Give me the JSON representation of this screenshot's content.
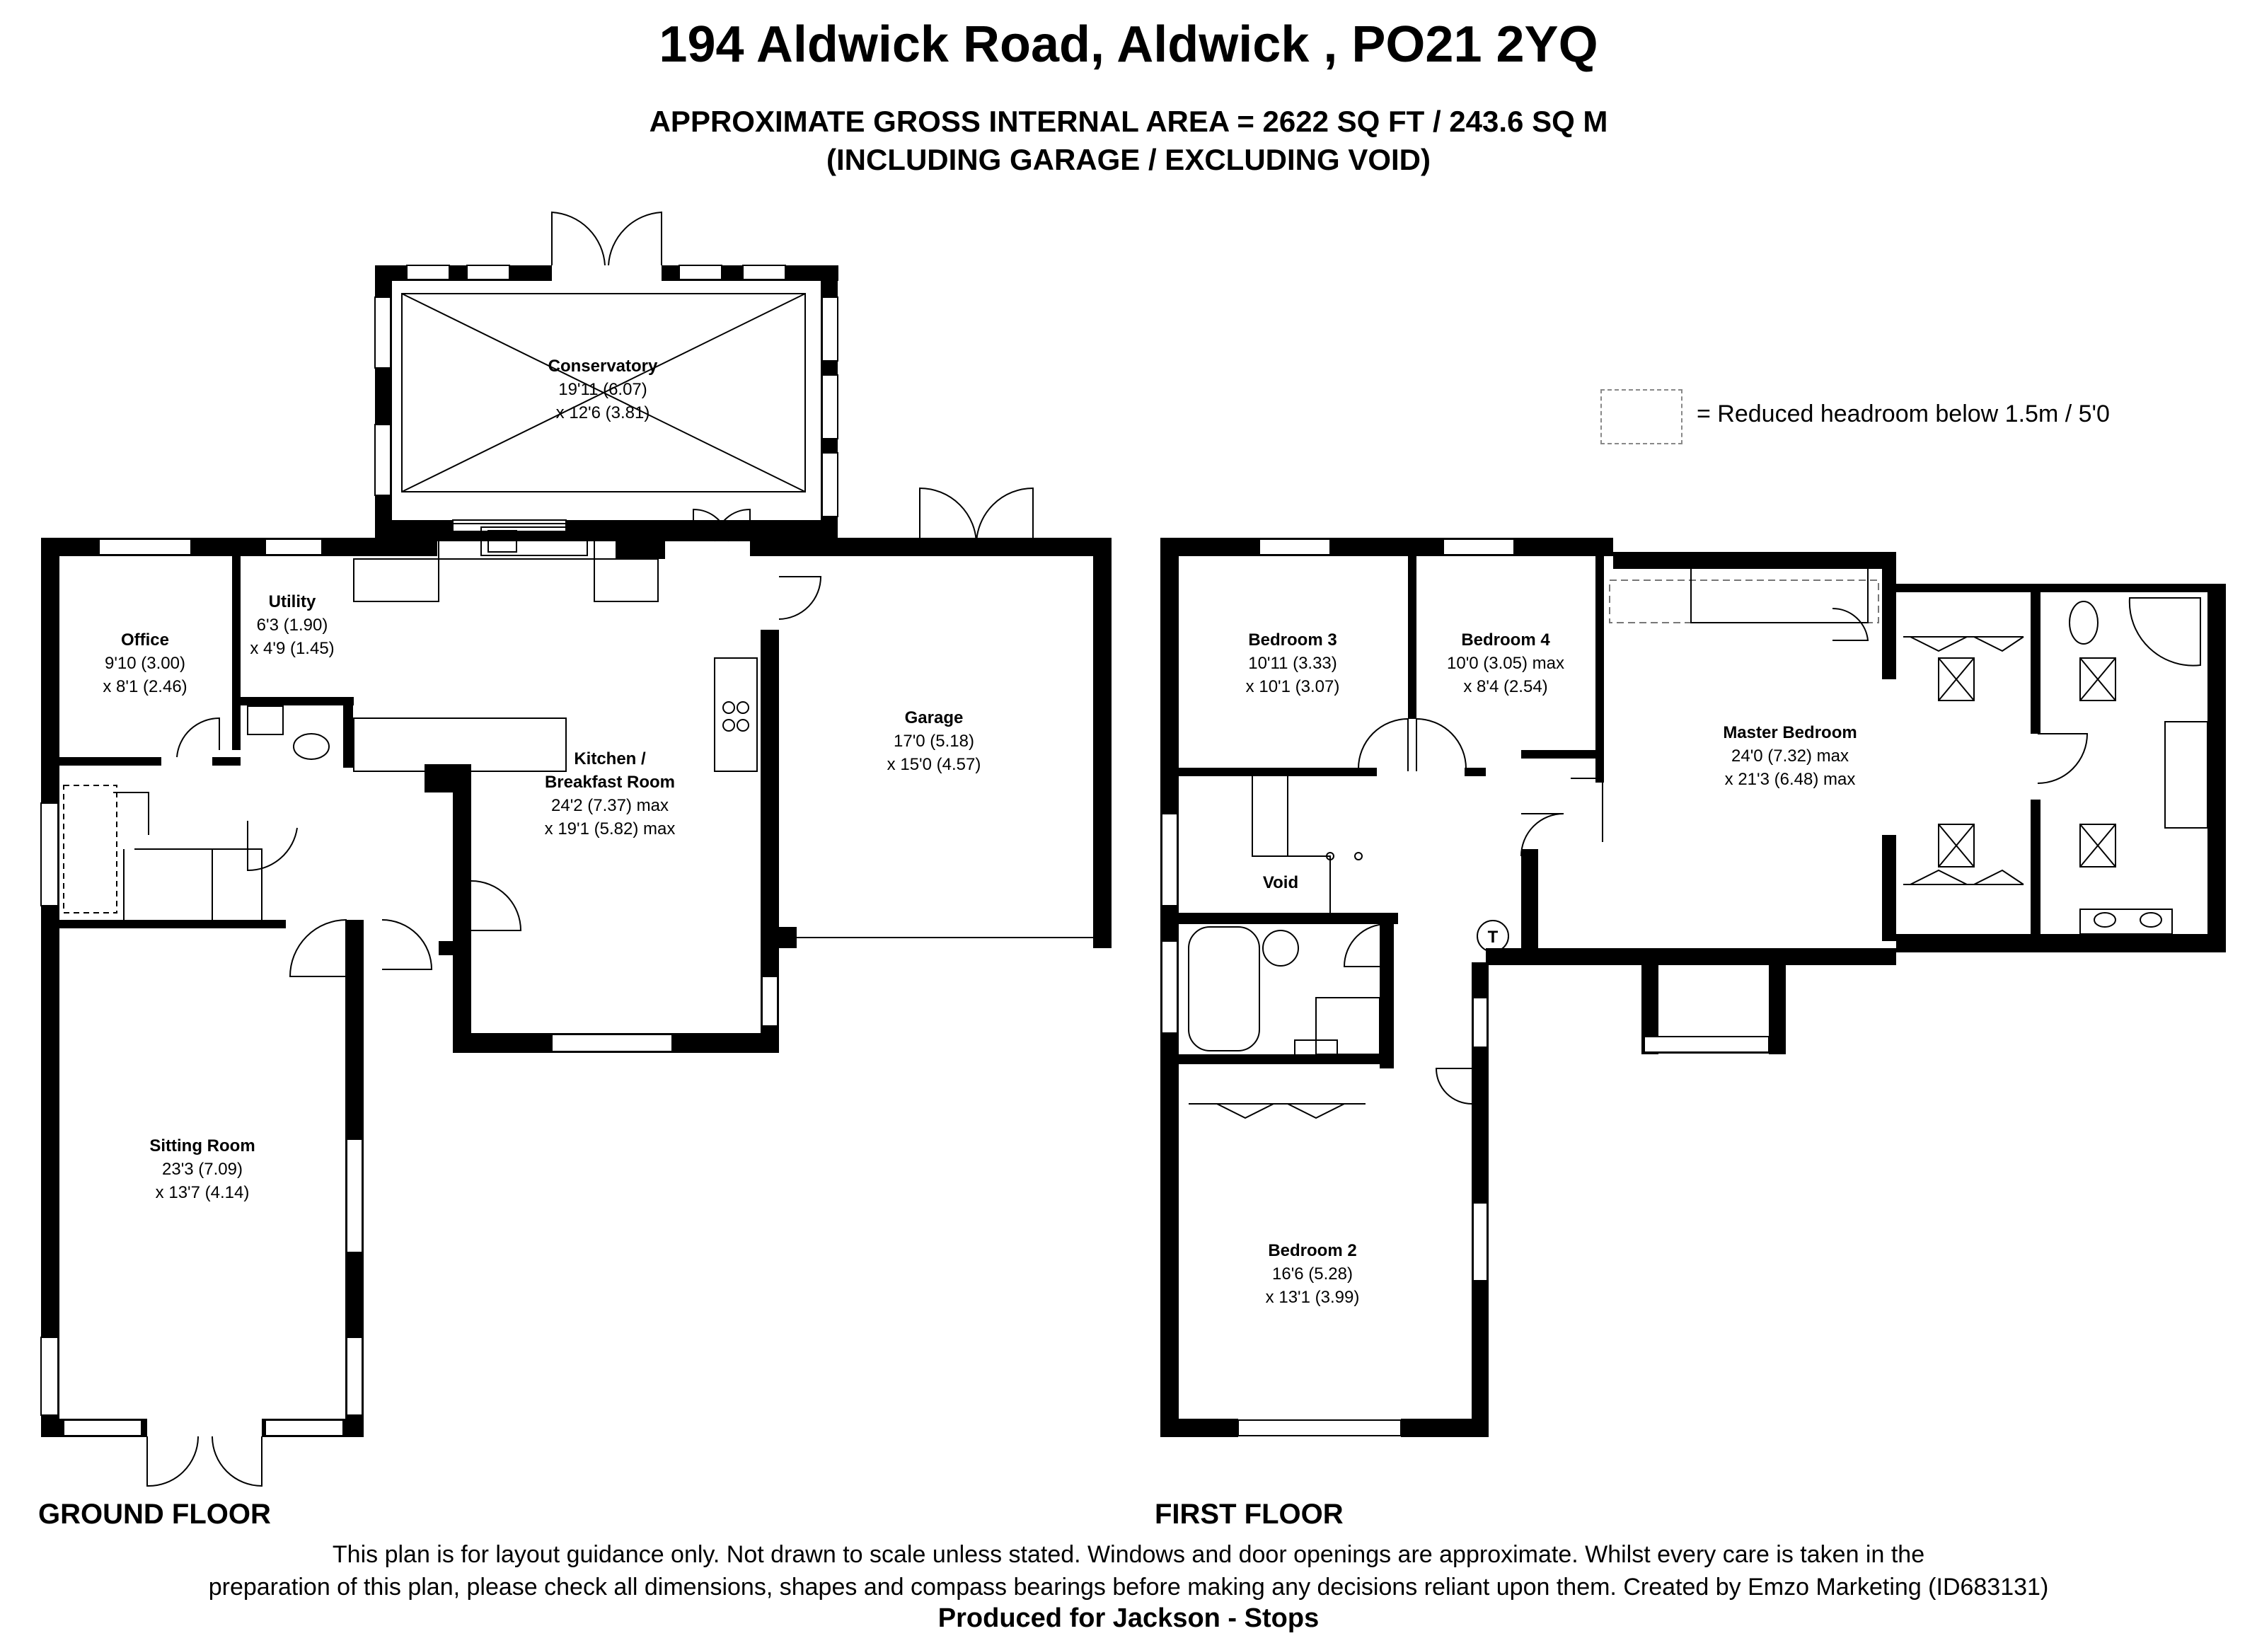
{
  "header": {
    "address": "194 Aldwick Road, Aldwick , PO21 2YQ",
    "area_line": "APPROXIMATE GROSS INTERNAL AREA = 2622 SQ FT / 243.6 SQ M",
    "area_note": "(INCLUDING GARAGE / EXCLUDING VOID)"
  },
  "legend": {
    "text": "= Reduced headroom below 1.5m / 5'0"
  },
  "ground_floor": {
    "label": "GROUND FLOOR",
    "rooms": {
      "conservatory": {
        "name": "Conservatory",
        "dim1": "19'11 (6.07)",
        "dim2": "x 12'6 (3.81)"
      },
      "office": {
        "name": "Office",
        "dim1": "9'10 (3.00)",
        "dim2": "x 8'1 (2.46)"
      },
      "utility": {
        "name": "Utility",
        "dim1": "6'3 (1.90)",
        "dim2": "x 4'9 (1.45)"
      },
      "kitchen": {
        "name1": "Kitchen /",
        "name2": "Breakfast Room",
        "dim1": "24'2 (7.37) max",
        "dim2": "x 19'1 (5.82) max"
      },
      "garage": {
        "name": "Garage",
        "dim1": "17'0 (5.18)",
        "dim2": "x 15'0 (4.57)"
      },
      "sitting": {
        "name": "Sitting Room",
        "dim1": "23'3 (7.09)",
        "dim2": "x 13'7 (4.14)"
      }
    }
  },
  "first_floor": {
    "label": "FIRST FLOOR",
    "rooms": {
      "bedroom3": {
        "name": "Bedroom 3",
        "dim1": "10'11 (3.33)",
        "dim2": "x 10'1 (3.07)"
      },
      "bedroom4": {
        "name": "Bedroom 4",
        "dim1": "10'0 (3.05) max",
        "dim2": "x 8'4 (2.54)"
      },
      "master": {
        "name": "Master Bedroom",
        "dim1": "24'0 (7.32) max",
        "dim2": "x 21'3 (6.48) max"
      },
      "void": {
        "name": "Void"
      },
      "bedroom2": {
        "name": "Bedroom 2",
        "dim1": "16'6 (5.28)",
        "dim2": "x 13'1 (3.99)"
      }
    },
    "cylinder_mark": "T"
  },
  "footer": {
    "disclaimer1": "This plan is for layout guidance only. Not drawn to scale unless stated. Windows and door openings are approximate. Whilst every care is taken in the",
    "disclaimer2": "preparation of this plan, please check all dimensions, shapes and compass bearings before making any decisions reliant upon them. Created by Emzo Marketing (ID683131)",
    "produced": "Produced for Jackson - Stops"
  }
}
